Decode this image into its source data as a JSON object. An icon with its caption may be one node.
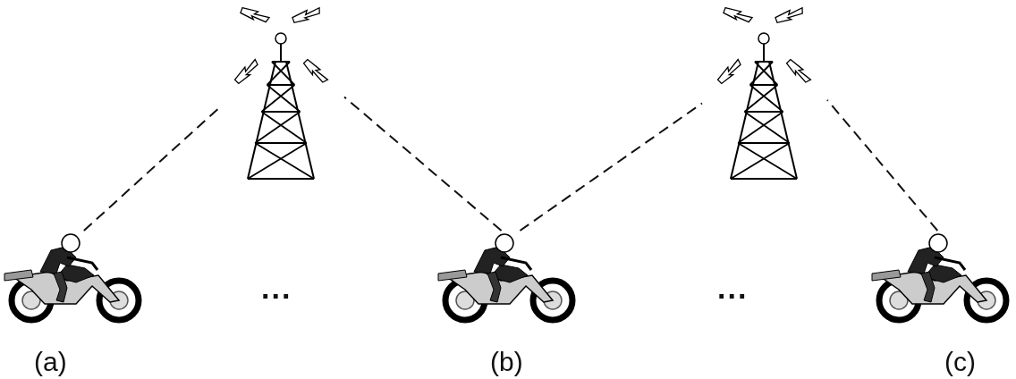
{
  "diagram": {
    "nodes": [
      {
        "text": [],
        "shape": "picture"
      },
      {
        "text": [],
        "shape": "picture"
      },
      {
        "text": [],
        "shape": "picture",
        "beside": [
          "(a)"
        ]
      },
      {
        "text": [],
        "shape": "picture",
        "beside": [
          "(b)"
        ]
      },
      {
        "text": [],
        "shape": "picture",
        "beside": [
          "(c)"
        ]
      }
    ],
    "edges": [
      {
        "from": 2,
        "to": 0,
        "arrow": "none",
        "style": "dashed"
      },
      {
        "from": 3,
        "to": 0,
        "arrow": "none",
        "style": "dashed"
      },
      {
        "from": 3,
        "to": 1,
        "arrow": "none",
        "style": "dashed"
      },
      {
        "from": 4,
        "to": 1,
        "arrow": "none",
        "style": "dashed"
      }
    ],
    "labels": [
      "...",
      "..."
    ]
  }
}
